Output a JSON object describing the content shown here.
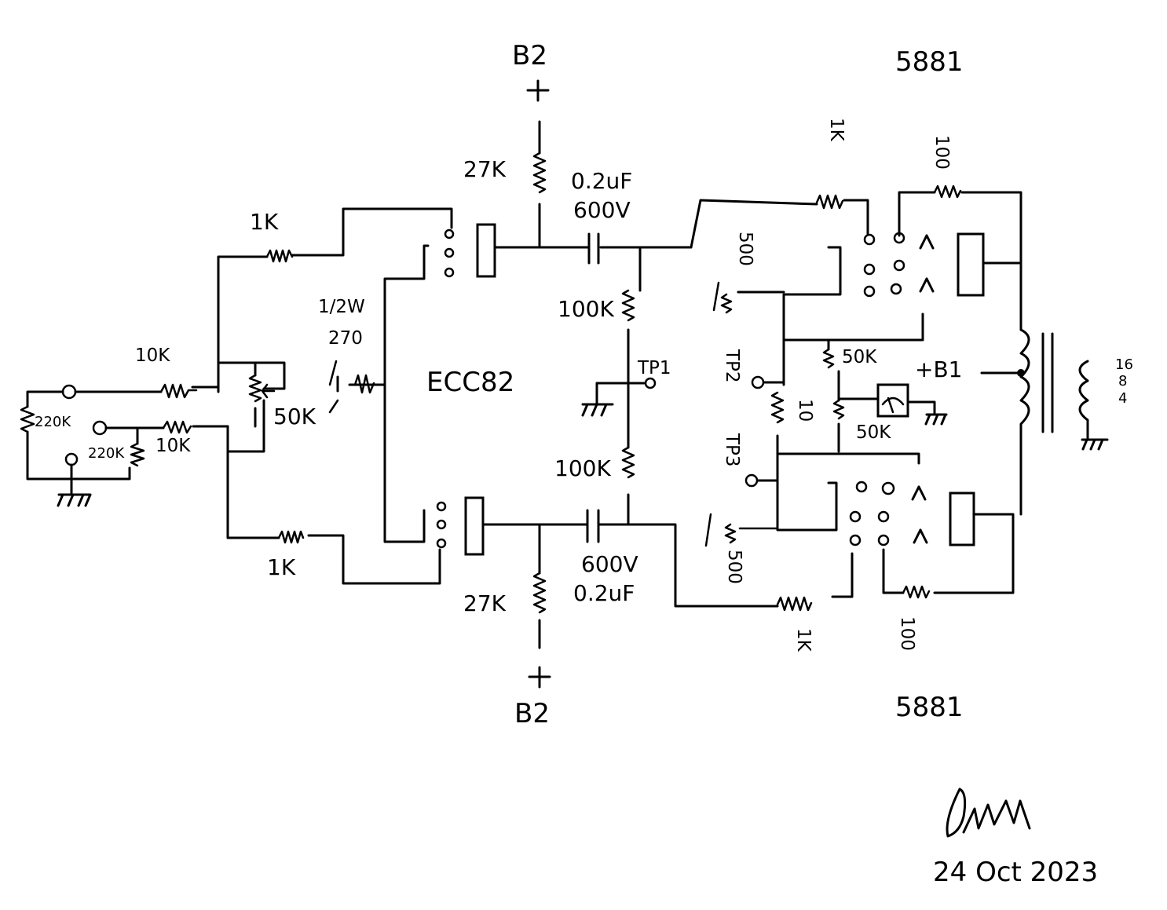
{
  "labels": {
    "b2_top": "B2",
    "b2_bottom": "B2",
    "plus": "+",
    "tube_top": "5881",
    "tube_bottom": "5881",
    "driver_tube": "ECC82",
    "r_27k_top": "27K",
    "r_27k_bottom": "27K",
    "cap_top_value": "0.2uF",
    "cap_top_voltage": "600V",
    "cap_bottom_value": "0.2uF",
    "cap_bottom_voltage": "600V",
    "r_100k_top": "100K",
    "r_100k_bottom": "100K",
    "r_1k_top": "1K",
    "r_1k_bottom": "1K",
    "r_10k_top": "10K",
    "r_10k_bottom": "10K",
    "r_220k_a": "220K",
    "r_220k_b": "220K",
    "pot_50k": "50K",
    "r_270_power": "1/2W",
    "r_270": "270",
    "tp1": "TP1",
    "tp2": "TP2",
    "tp3": "TP3",
    "r_500_top": "500",
    "r_500_bottom": "500",
    "r_10": "10",
    "r_50k_a": "50K",
    "r_50k_b": "50K",
    "b1": "+B1",
    "r_1k_grid_top": "1K",
    "r_1k_grid_bottom": "1K",
    "r_100_top": "100",
    "r_100_bottom": "100",
    "tap_16": "16",
    "tap_8": "8",
    "tap_4": "4",
    "signature": "DMM",
    "date": "24 Oct 2023"
  },
  "colors": {
    "ink": "#000000",
    "paper": "#ffffff"
  }
}
